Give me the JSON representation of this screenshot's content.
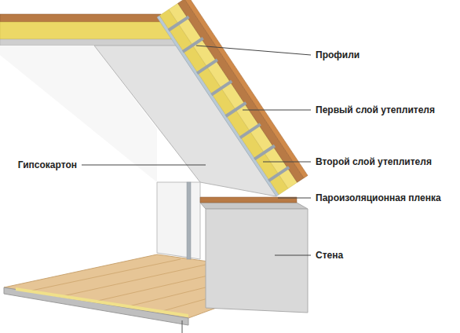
{
  "diagram": {
    "labels": [
      "Профили",
      "Первый слой утеплителя",
      "Гипсокартон",
      "Второй слой утеплителя",
      "Пароизоляционная пленка",
      "Стена"
    ]
  }
}
